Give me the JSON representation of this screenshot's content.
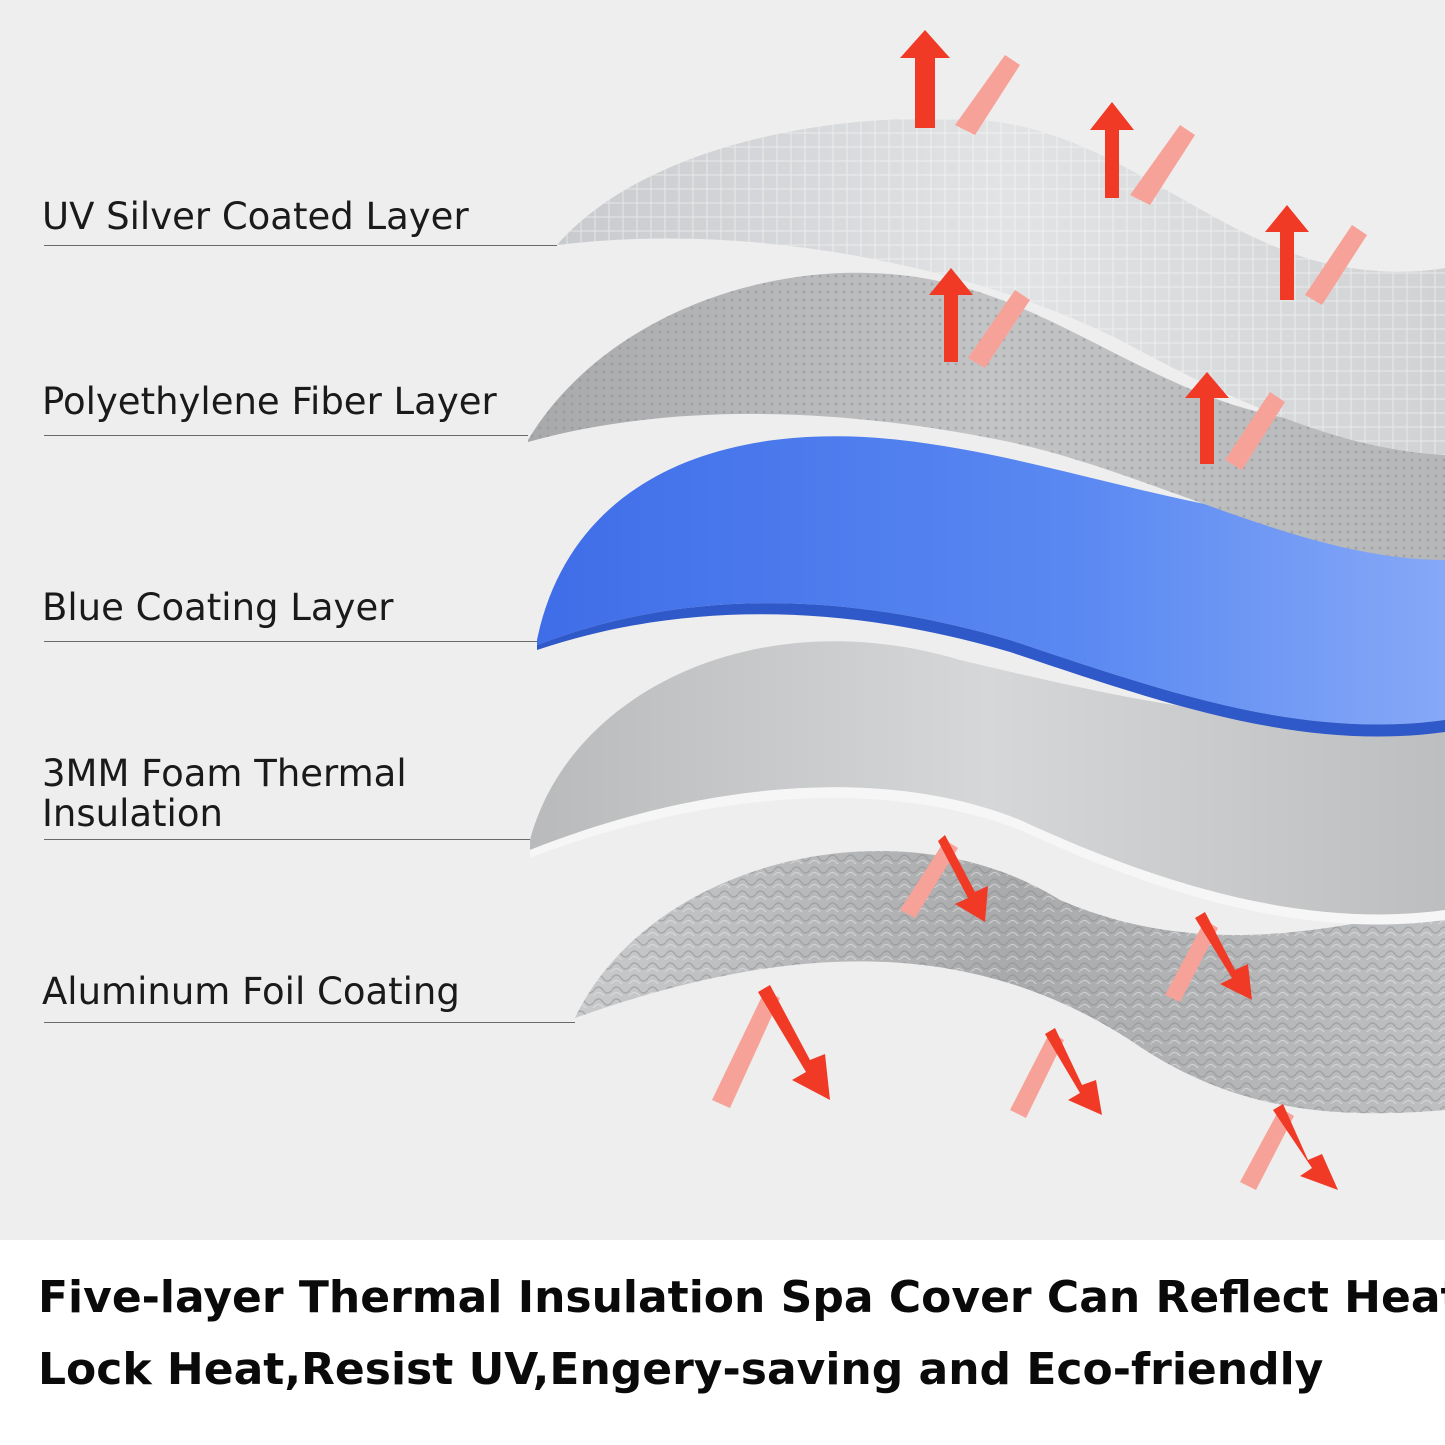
{
  "layers": [
    {
      "id": "uv-silver",
      "label": "UV Silver Coated Layer"
    },
    {
      "id": "polyethylene-fiber",
      "label": "Polyethylene Fiber Layer"
    },
    {
      "id": "blue-coating",
      "label": "Blue Coating Layer"
    },
    {
      "id": "foam-insulation",
      "label": "3MM Foam Thermal\nInsulation"
    },
    {
      "id": "aluminum-foil",
      "label": "Aluminum Foil Coating"
    }
  ],
  "caption": {
    "line1": "Five-layer Thermal Insulation Spa Cover Can Reflect Heat,",
    "line2": "Lock Heat,Resist UV,Engery-saving and Eco-friendly"
  },
  "colors": {
    "background": "#eeeeee",
    "arrow": "#f03a26",
    "arrow_faded": "#f7a298",
    "blue_layer": "#4e7ef0",
    "silver_layer": "#d6d8da",
    "fiber_layer": "#b8b9bb",
    "foam_layer": "#c4c5c6",
    "foil_layer": "#b3b4b6"
  },
  "icons": {
    "top_arrows": "reflect-arrow-icon",
    "bottom_arrows": "reflect-arrow-icon"
  }
}
